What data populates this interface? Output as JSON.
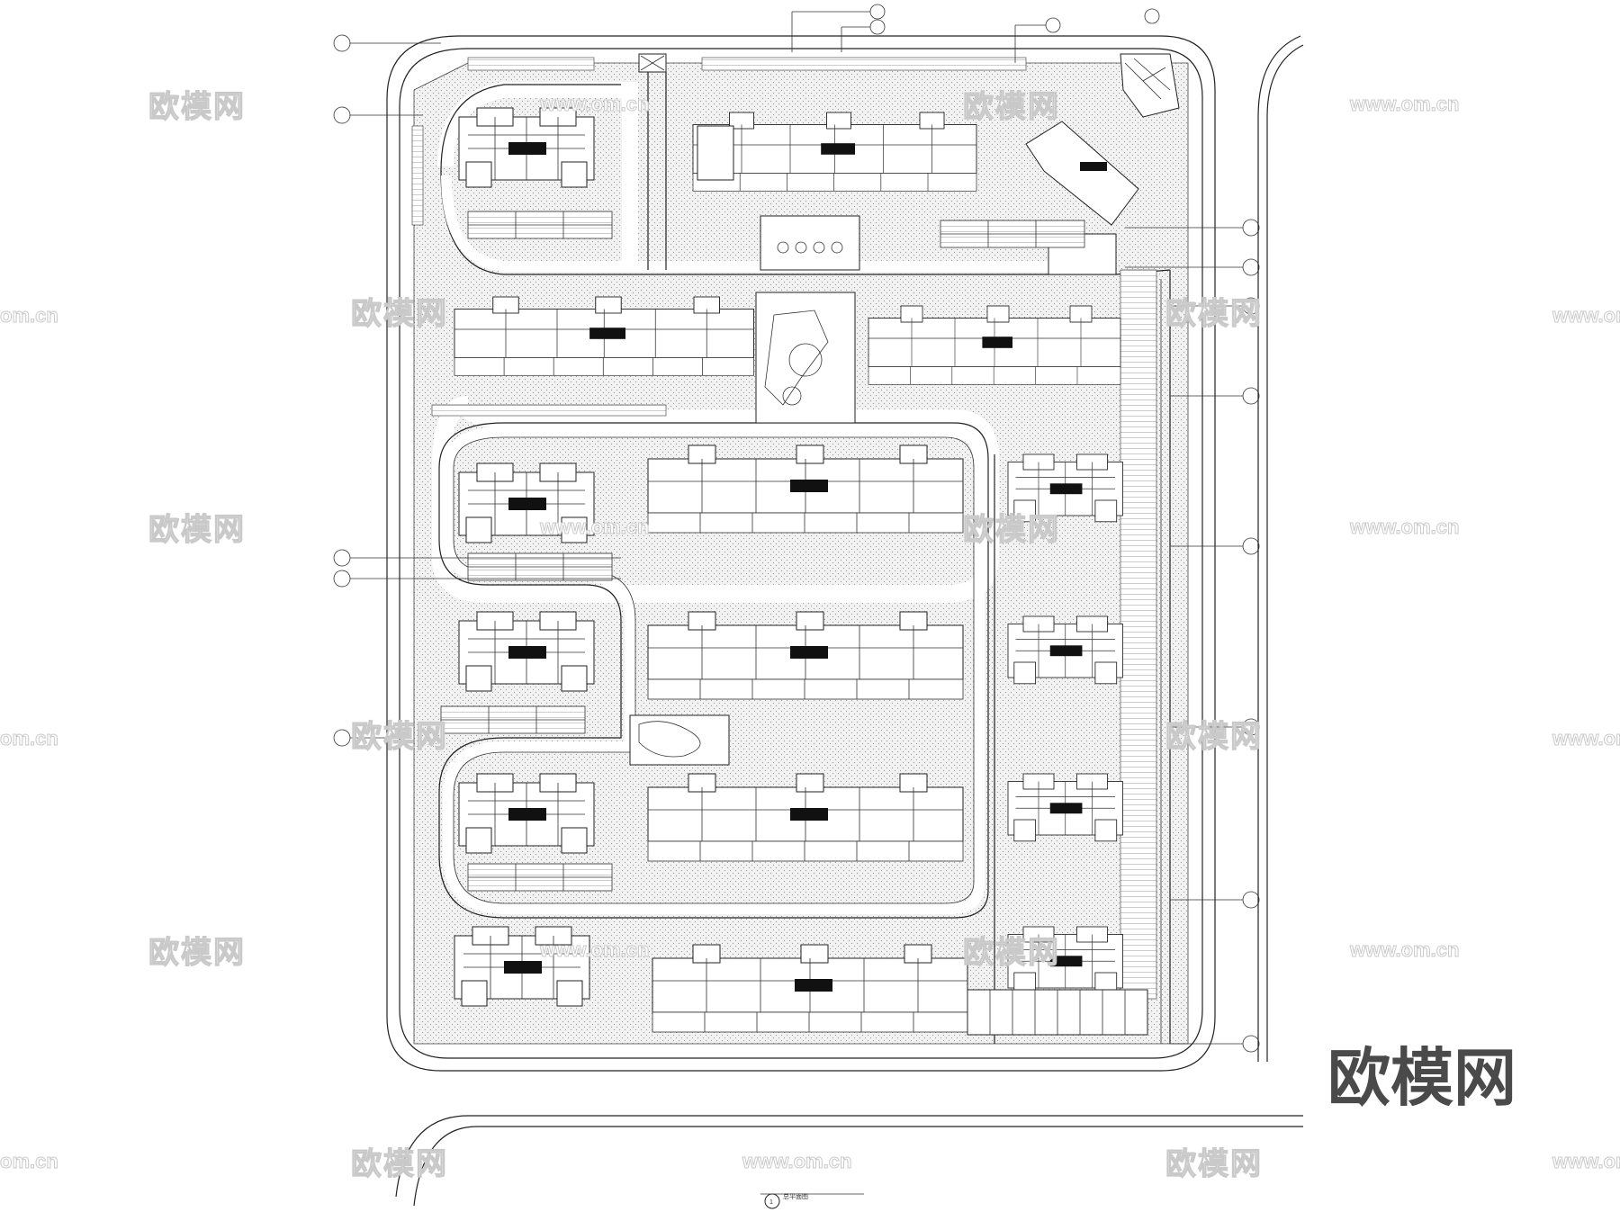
{
  "brand_logo_text": "欧模网",
  "watermark_cn": "欧模网",
  "watermark_url": "www.om.cn",
  "watermark_url_short": "om.cn",
  "plan_caption": "总平面图",
  "plan_caption_number": "1",
  "colors": {
    "line": "#222222",
    "watermark": "#c9c9c9",
    "brand": "#4a4a4a",
    "background": "#ffffff"
  },
  "buildings": [
    {
      "id": "b1",
      "type": "tower"
    },
    {
      "id": "b2",
      "type": "slab"
    },
    {
      "id": "b3",
      "type": "commercial"
    },
    {
      "id": "b4",
      "type": "slab"
    },
    {
      "id": "b5",
      "type": "slab"
    },
    {
      "id": "b6",
      "type": "tower"
    },
    {
      "id": "b7",
      "type": "slab"
    },
    {
      "id": "b8",
      "type": "tower"
    },
    {
      "id": "b9",
      "type": "tower"
    },
    {
      "id": "b10",
      "type": "slab"
    },
    {
      "id": "b11",
      "type": "tower"
    },
    {
      "id": "b12",
      "type": "tower"
    },
    {
      "id": "b13",
      "type": "slab"
    },
    {
      "id": "b14",
      "type": "tower"
    },
    {
      "id": "b15",
      "type": "tower"
    },
    {
      "id": "b16",
      "type": "slab"
    },
    {
      "id": "b17",
      "type": "tower"
    }
  ]
}
